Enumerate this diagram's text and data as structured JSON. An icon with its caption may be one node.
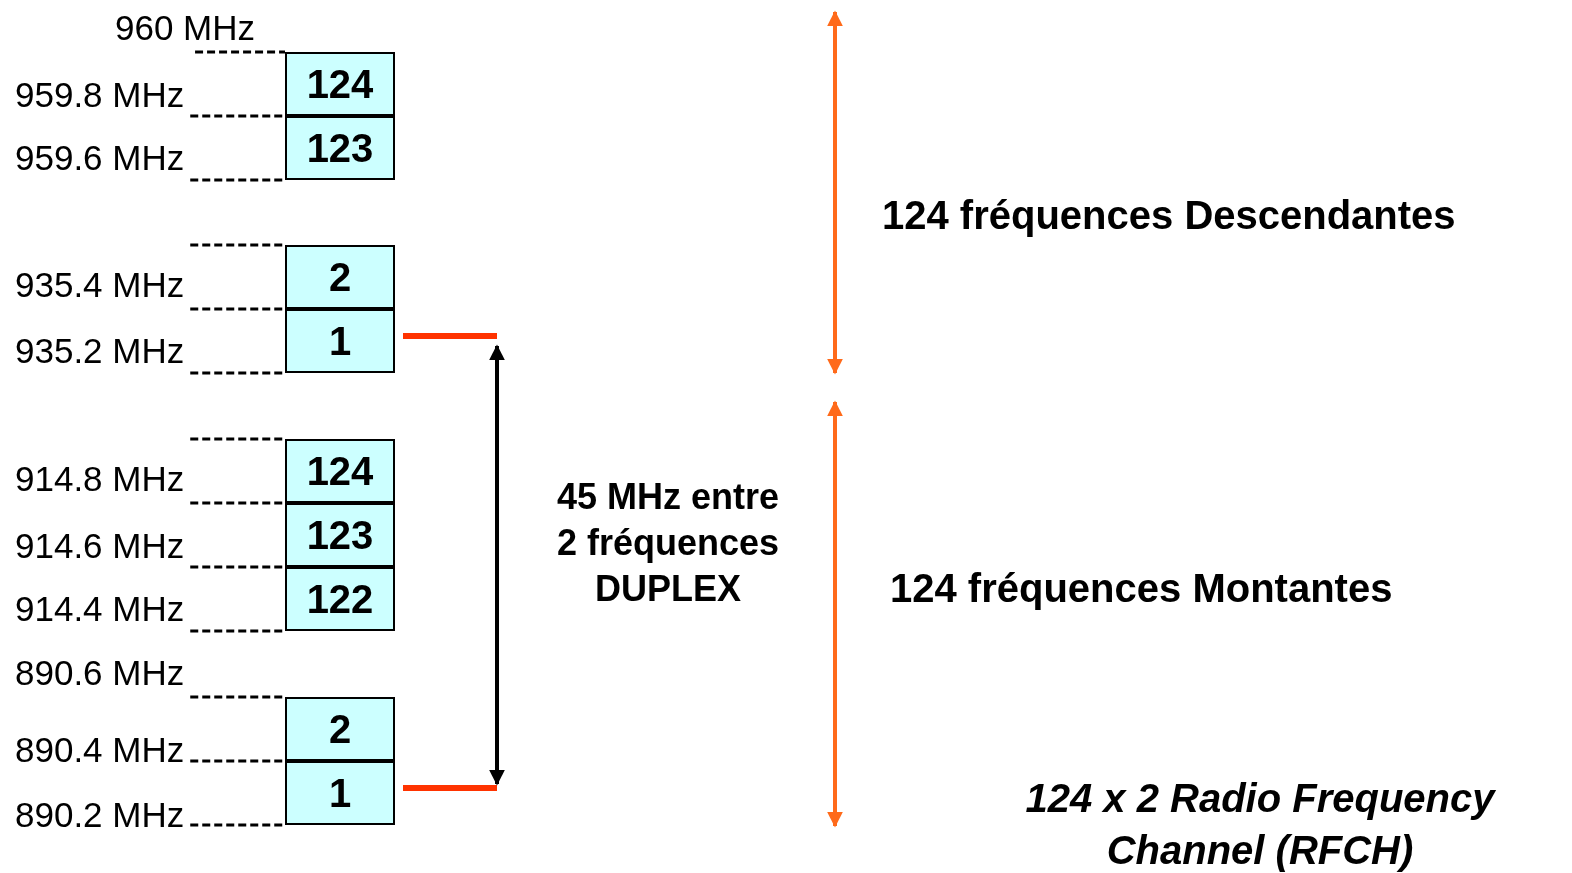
{
  "diagram": {
    "nodes": [
      {
        "text": [
          "124"
        ]
      },
      {
        "text": [
          "123"
        ]
      },
      {
        "text": [
          "2"
        ]
      },
      {
        "text": [
          "1"
        ]
      },
      {
        "text": [
          "124"
        ]
      },
      {
        "text": [
          "123"
        ]
      },
      {
        "text": [
          "122"
        ]
      },
      {
        "text": [
          "2"
        ]
      },
      {
        "text": [
          "1"
        ]
      },
      {
        "text": [
          "960 MHz"
        ]
      },
      {
        "text": [
          "959.8 MHz"
        ]
      },
      {
        "text": [
          "959.6 MHz"
        ]
      },
      {
        "text": [
          "935.4 MHz"
        ]
      },
      {
        "text": [
          "935.2 MHz"
        ]
      },
      {
        "text": [
          "914.8 MHz"
        ]
      },
      {
        "text": [
          "914.6 MHz"
        ]
      },
      {
        "text": [
          "914.4 MHz"
        ]
      },
      {
        "text": [
          "890.6 MHz"
        ]
      },
      {
        "text": [
          "890.4 MHz"
        ]
      },
      {
        "text": [
          "890.2 MHz"
        ]
      }
    ],
    "edges": [
      {
        "from": 9,
        "to": 0,
        "arrow": "none",
        "style": "dashed"
      },
      {
        "from": 10,
        "to": 0,
        "arrow": "none",
        "style": "dashed"
      },
      {
        "from": 11,
        "to": 1,
        "arrow": "none",
        "style": "dashed"
      },
      {
        "from": 12,
        "to": 2,
        "arrow": "none",
        "style": "dashed"
      },
      {
        "from": 12,
        "to": 2,
        "arrow": "none",
        "style": "dashed"
      },
      {
        "from": 13,
        "to": 3,
        "arrow": "none",
        "style": "dashed"
      },
      {
        "from": 14,
        "to": 4,
        "arrow": "none",
        "style": "dashed"
      },
      {
        "from": 14,
        "to": 4,
        "arrow": "none",
        "style": "dashed"
      },
      {
        "from": 15,
        "to": 5,
        "arrow": "none",
        "style": "dashed"
      },
      {
        "from": 16,
        "to": 6,
        "arrow": "none",
        "style": "dashed"
      },
      {
        "from": 17,
        "to": 7,
        "arrow": "none",
        "style": "dashed"
      },
      {
        "from": 18,
        "to": 7,
        "arrow": "none",
        "style": "dashed"
      },
      {
        "from": 19,
        "to": 8,
        "arrow": "none",
        "style": "dashed"
      }
    ],
    "labels": [
      "124 fréquences Descendantes",
      "45 MHz entre 2 fréquences DUPLEX",
      "124 fréquences Montantes",
      "124 x 2 Radio Frequency Channel (RFCH)"
    ]
  }
}
